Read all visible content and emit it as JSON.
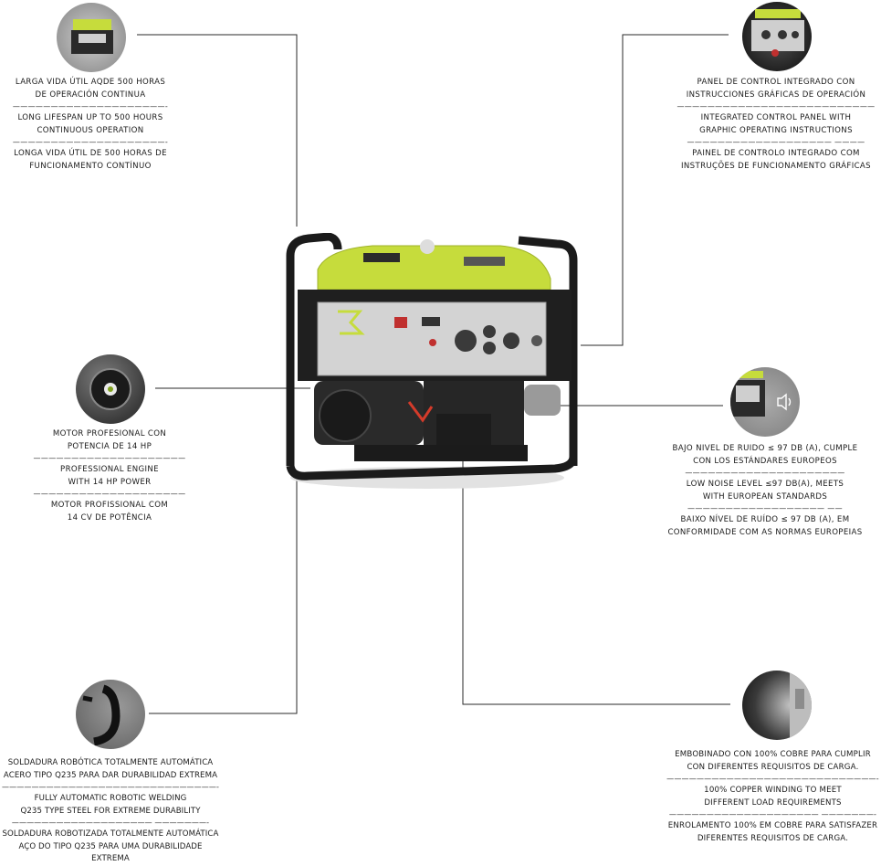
{
  "callouts": {
    "lifespan": {
      "icon": "generator-thumbnail-icon",
      "es": [
        "LARGA VIDA ÚTIL AQDE 500 HORAS",
        "DE OPERACIÓN CONTINUA"
      ],
      "sep1": "————————————————————-",
      "en": [
        "LONG LIFESPAN UP TO 500 HOURS",
        "CONTINUOUS OPERATION"
      ],
      "sep2": "————————————————————-",
      "pt": [
        "LONGA VIDA ÚTIL DE 500 HORAS DE",
        "FUNCIONAMENTO CONTÍNUO"
      ]
    },
    "panel": {
      "icon": "control-panel-thumbnail-icon",
      "es": [
        "PANEL DE CONTROL INTEGRADO CON",
        "INSTRUCCIONES GRÁFICAS DE OPERACIÓN"
      ],
      "sep1": "——————————————————————————",
      "en": [
        "INTEGRATED CONTROL PANEL WITH",
        "GRAPHIC OPERATING INSTRUCTIONS"
      ],
      "sep2": "——————————————————— ————",
      "pt": [
        "PAINEL DE CONTROLO INTEGRADO COM",
        "INSTRUÇÕES DE FUNCIONAMENTO GRÁFICAS"
      ]
    },
    "engine": {
      "icon": "engine-thumbnail-icon",
      "es": [
        "MOTOR PROFESIONAL CON",
        "POTENCIA DE 14 HP"
      ],
      "sep1": "————————————————————",
      "en": [
        "PROFESSIONAL ENGINE",
        "WITH 14 HP POWER"
      ],
      "sep2": "————————————————————",
      "pt": [
        "MOTOR PROFISSIONAL COM",
        "14 CV DE POTÊNCIA"
      ]
    },
    "noise": {
      "icon": "speaker-icon",
      "es": [
        "BAJO NIVEL DE RUIDO ≤ 97 DB (A), CUMPLE",
        "CON LOS ESTÁNDARES EUROPEOS"
      ],
      "sep1": "—————————————————————",
      "en": [
        "LOW NOISE LEVEL ≤97 DB(A), MEETS",
        "WITH EUROPEAN STANDARDS"
      ],
      "sep2": "—————————————————— ——",
      "pt": [
        "BAIXO NÍVEL DE RUÍDO ≤ 97 DB (A), EM",
        "CONFORMIDADE COM AS NORMAS EUROPEIAS"
      ]
    },
    "welding": {
      "icon": "frame-weld-thumbnail-icon",
      "es": [
        "SOLDADURA ROBÓTICA TOTALMENTE AUTOMÁTICA",
        "ACERO TIPO Q235 PARA DAR DURABILIDAD EXTREMA"
      ],
      "sep1": "—————————————————————————————-",
      "en": [
        "FULLY AUTOMATIC ROBOTIC WELDING",
        "Q235 TYPE STEEL FOR EXTREME DURABILITY"
      ],
      "sep2": "——————————————————— ———————-",
      "pt": [
        "SOLDADURA ROBOTIZADA TOTALMENTE AUTOMÁTICA",
        "AÇO DO TIPO Q235 PARA UMA DURABILIDADE EXTREMA"
      ]
    },
    "copper": {
      "icon": "copper-winding-thumbnail-icon",
      "es": [
        "EMBOBINADO CON 100% COBRE PARA CUMPLIR",
        "CON DIFERENTES REQUISITOS DE CARGA."
      ],
      "sep1": "————————————————————————————-",
      "en": [
        "100% COPPER WINDING TO MEET",
        "DIFFERENT LOAD REQUIREMENTS"
      ],
      "sep2": "———————————————————— ———————-",
      "pt": [
        "ENROLAMENTO 100% EM COBRE PARA SATISFAZER",
        "DIFERENTES REQUISITOS DE CARGA."
      ]
    }
  },
  "colors": {
    "accent": "#c6dc3c",
    "frame": "#1b1b1b",
    "line": "#2a2a2a",
    "panel": "#d8d8d8"
  },
  "product": {
    "icon": "generator-icon"
  }
}
